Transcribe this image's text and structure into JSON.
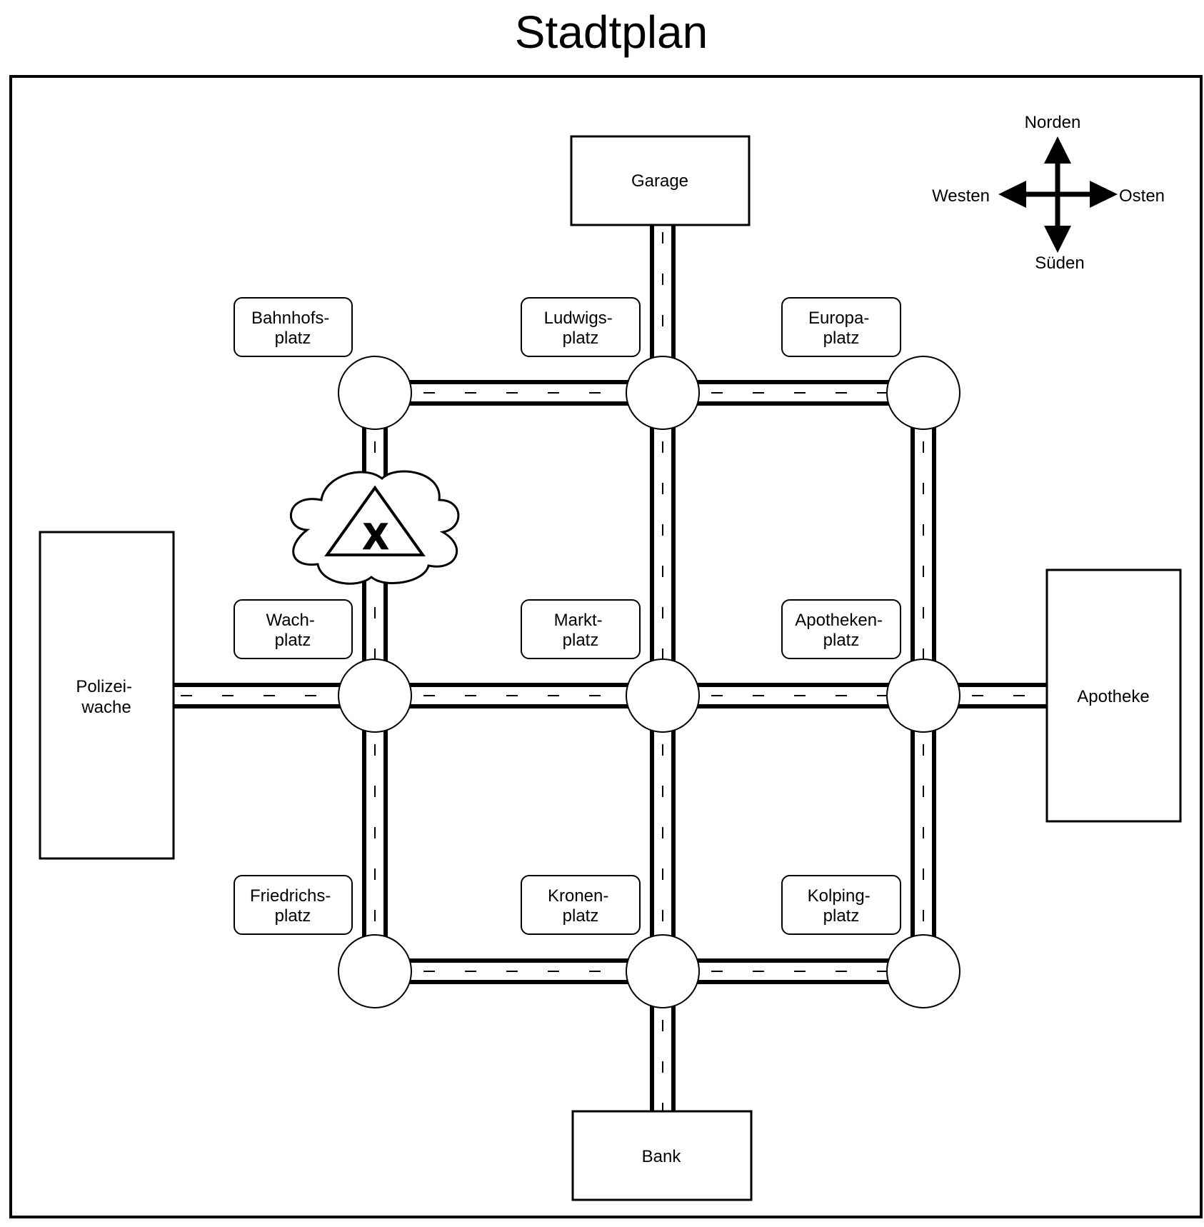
{
  "title": "Stadtplan",
  "compass": {
    "north": "Norden",
    "south": "Süden",
    "west": "Westen",
    "east": "Osten"
  },
  "buildings": {
    "garage": "Garage",
    "bank": "Bank",
    "police": [
      "Polizei-",
      "wache"
    ],
    "pharmacy": "Apotheke"
  },
  "squares": {
    "bahnhofsplatz": [
      "Bahnhofs-",
      "platz"
    ],
    "ludwigsplatz": [
      "Ludwigs-",
      "platz"
    ],
    "europaplatz": [
      "Europa-",
      "platz"
    ],
    "wachplatz": [
      "Wach-",
      "platz"
    ],
    "marktplatz": [
      "Markt-",
      "platz"
    ],
    "apothekenplatz": [
      "Apotheken-",
      "platz"
    ],
    "friedrichsplatz": [
      "Friedrichs-",
      "platz"
    ],
    "kronenplatz": [
      "Kronen-",
      "platz"
    ],
    "kolpingplatz": [
      "Kolping-",
      "platz"
    ]
  },
  "hazard": {
    "symbol": "X",
    "icon": "roadblock-warning-icon"
  },
  "colors": {
    "line": "#000000",
    "fill": "#ffffff"
  }
}
